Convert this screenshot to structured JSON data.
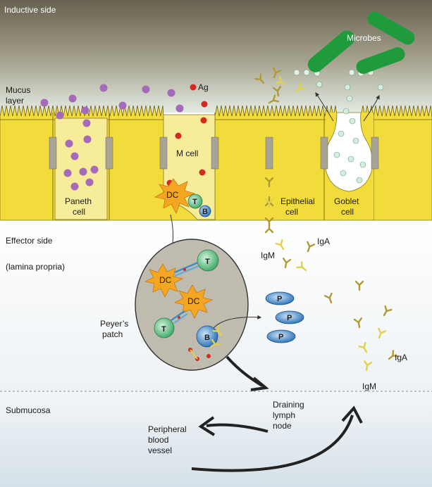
{
  "labels": {
    "inductive_side": "Inductive side",
    "microbes": "Microbes",
    "mucus_layer_line1": "Mucus",
    "mucus_layer_line2": "layer",
    "ag": "Ag",
    "m_cell": "M cell",
    "paneth_line1": "Paneth",
    "paneth_line2": "cell",
    "epithelial_line1": "Epithelial",
    "epithelial_line2": "cell",
    "goblet_line1": "Goblet",
    "goblet_line2": "cell",
    "effector_side": "Effector side",
    "lamina_propria": "(lamina propria)",
    "igm_top": "IgM",
    "iga_top": "IgA",
    "peyers_line1": "Peyer’s",
    "peyers_line2": "patch",
    "iga_bottom": "IgA",
    "igm_bottom": "IgM",
    "submucosa": "Submucosa",
    "draining_line1": "Draining",
    "draining_line2": "lymph",
    "draining_line3": "node",
    "peripheral_line1": "Peripheral",
    "peripheral_line2": "blood",
    "peripheral_line3": "vessel"
  },
  "cells": {
    "dc": "DC",
    "t": "T",
    "b": "B",
    "p": "P"
  },
  "colors": {
    "lumen_top": "#6f6a5c",
    "epithelium": "#f2dc3c",
    "paneth_fill": "#f7ec9a",
    "mucus_dots": "#a56bb8",
    "antigen": "#d42a1f",
    "microbe": "#1f9a3c",
    "dc": "#f4a623",
    "t_cell": "#5fbf83",
    "b_cell": "#3f86c6",
    "plasma_cell": "#3f86c6",
    "peyers_patch": "#bfbbae",
    "antibody": "#b8a23a",
    "submucosa": "#dde6ec"
  },
  "icons": [
    "antibody-icon",
    "dendritic-cell-icon",
    "t-cell-icon",
    "b-cell-icon",
    "plasma-cell-icon",
    "microbe-icon",
    "arrow-icon"
  ]
}
